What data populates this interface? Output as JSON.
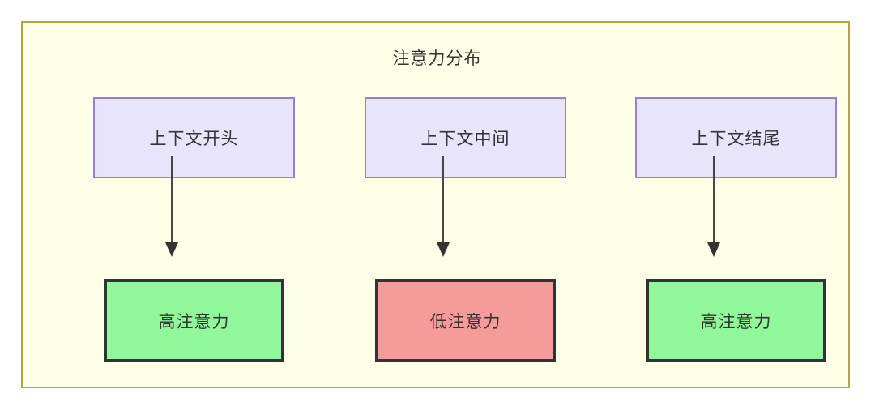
{
  "diagram": {
    "title": "注意力分布",
    "frame": {
      "fill_color": "#fffee6",
      "border_color": "#b5a642"
    },
    "columns": [
      {
        "top": {
          "label": "上下文开头",
          "fill_color": "#e8e4fc",
          "border_color": "#9a7ddb"
        },
        "bottom": {
          "label": "高注意力",
          "fill_color": "#90f79a",
          "border_color": "#333333"
        },
        "connector": {
          "type": "arrow",
          "direction": "down",
          "color": "#333333"
        }
      },
      {
        "top": {
          "label": "上下文中间",
          "fill_color": "#e8e4fc",
          "border_color": "#9a7ddb"
        },
        "bottom": {
          "label": "低注意力",
          "fill_color": "#f79a9a",
          "border_color": "#333333"
        },
        "connector": {
          "type": "arrow",
          "direction": "down",
          "color": "#333333"
        }
      },
      {
        "top": {
          "label": "上下文结尾",
          "fill_color": "#e8e4fc",
          "border_color": "#9a7ddb"
        },
        "bottom": {
          "label": "高注意力",
          "fill_color": "#90f79a",
          "border_color": "#333333"
        },
        "connector": {
          "type": "arrow",
          "direction": "down",
          "color": "#333333"
        }
      }
    ]
  }
}
